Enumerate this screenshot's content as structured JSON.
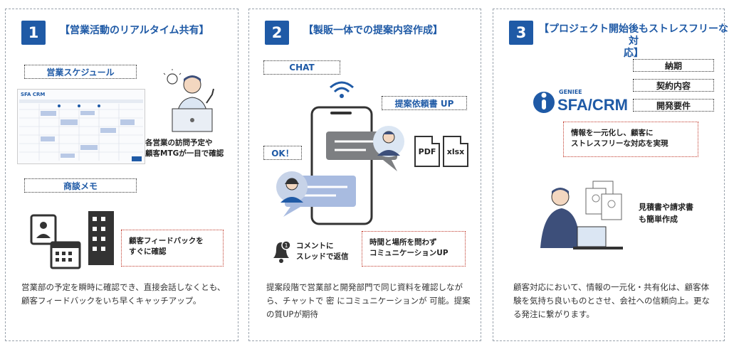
{
  "panels": [
    {
      "num": "1",
      "title": "【営業活動のリアルタイム共有】",
      "label_schedule": "営業スケジュール",
      "caption_visit": "各営業の訪問予定や\n顧客MTGが一目で確認",
      "label_memo": "商談メモ",
      "feedback_box": "顧客フィードバックを\nすぐに確認",
      "body": "営業部の予定を瞬時に確認でき、直接会話しなくとも、顧客フィードバックをいち早くキャッチアップ。",
      "app_logo": "SFA CRM"
    },
    {
      "num": "2",
      "title": "【製販一体での提案内容作成】",
      "label_chat": "CHAT",
      "label_proposal": "提案依頼書 UP",
      "label_ok": "OK！",
      "file_pdf": "PDF",
      "file_xlsx": "xlsx",
      "comment_reply": "コメントに\nスレッドで返信",
      "anytime_box": "時間と場所を問わず\nコミュニケーションUP",
      "body": "提案段階で営業部と開発部門で同じ資料を確認しながら、チャットで 密 にコミュニケーションが 可能。提案の質UPが期待"
    },
    {
      "num": "3",
      "title": "【プロジェクト開始後もストレスフリーな対\n応】",
      "tags": [
        "納期",
        "契約内容",
        "開発要件"
      ],
      "logo_sub": "GENIEE",
      "logo_main": "SFA/CRM",
      "unify_box": "情報を一元化し、顧客に\nストレスフリーな対応を実現",
      "quote_caption": "見積書や請求書\nも簡単作成",
      "body": "顧客対応において、情報の一元化・共有化は、顧客体験を気持ち良いものとさせ、会社への信頼向上。更なる発注に繋がります。"
    }
  ],
  "colors": {
    "accent": "#1f5aa6",
    "red_border": "#c0392b",
    "panel_border": "#9aa3ad"
  }
}
